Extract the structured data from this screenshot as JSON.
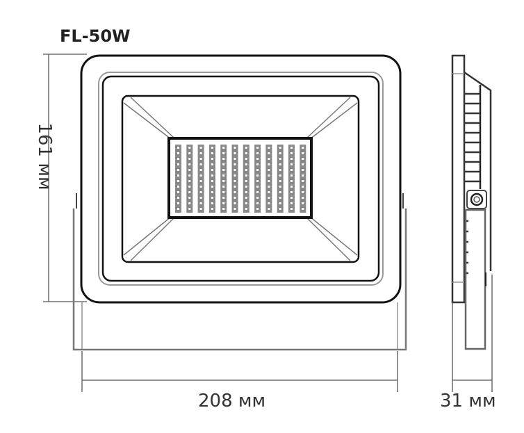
{
  "model": "FL-50W",
  "dimensions": {
    "height": "161 мм",
    "width": "208 мм",
    "depth": "31 мм"
  },
  "views": [
    "front-view",
    "side-view"
  ],
  "led_array": {
    "columns": 12,
    "rows": 12
  }
}
